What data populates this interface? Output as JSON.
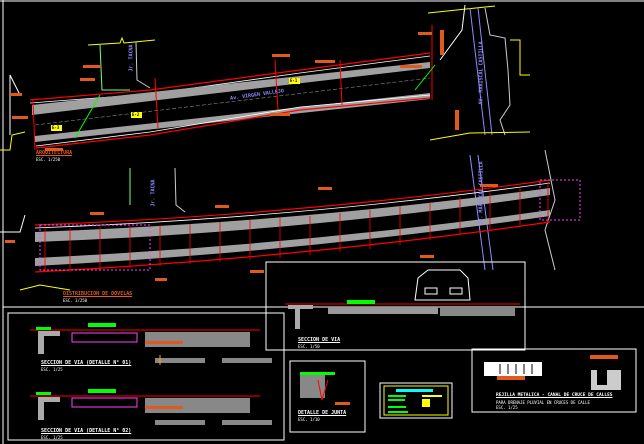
{
  "colors": {
    "background": "#000000",
    "border": "#ffffff",
    "pavement": "#a0a0a0",
    "curb": "#ff0000",
    "lot_line": "#ffff00",
    "green": "#00e000",
    "annotation": "#e05a1e",
    "axis": "#8c8cff",
    "dovel": "#ff40ff"
  },
  "plan_top": {
    "title": "ARQUITECTURA",
    "scale": "ESC. 1/250",
    "street_main": "Av. VIRGEN VALLEJO",
    "street_left": "Jr. TACNA",
    "street_right": "AV. MARISCAL CASTILLA",
    "tags": [
      "E-1",
      "E-2",
      "E-3"
    ]
  },
  "plan_bottom": {
    "title": "DISTRIBUCION DE DOVELAS",
    "scale": "ESC. 1/250",
    "street_left": "Jr. TACNA",
    "street_right": "AV. MARISCAL CASTILLA"
  },
  "details": {
    "section_1": {
      "title": "SECCION DE VIA (DETALLE N° 01)",
      "scale": "ESC. 1/25"
    },
    "section_2": {
      "title": "SECCION DE VIA (DETALLE N° 02)",
      "scale": "ESC. 1/25"
    },
    "section_main": {
      "title": "SECCION DE VIA",
      "scale": "ESC. 1/50"
    },
    "joint": {
      "title": "DETALLE DE JUNTA",
      "scale": "ESC. 1/10"
    },
    "grate": {
      "title": "REJILLA METALICA - CANAL DE CRUCE DE CALLES",
      "subtitle": "PARA DRENAJE PLUVIAL EN CRUCES DE CALLE",
      "scale": "ESC. 1/25"
    }
  }
}
